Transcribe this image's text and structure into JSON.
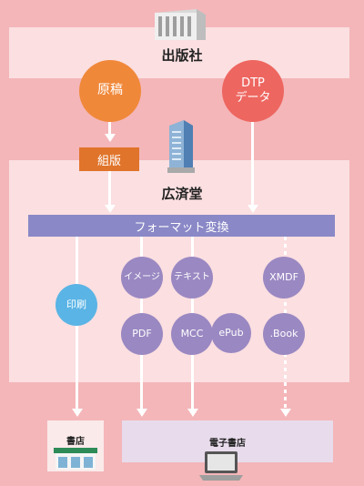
{
  "publisher": {
    "label": "出版社",
    "manuscript_label": "原稿",
    "dtp_label_line1": "DTP",
    "dtp_label_line2": "データ"
  },
  "typesetting_label": "組版",
  "printer": {
    "label": "広済堂"
  },
  "format_conversion_label": "フォーマット変換",
  "nodes": {
    "print_label": "印刷",
    "image_label": "イメージ",
    "text_label": "テキスト",
    "xmdf_label": "XMDF",
    "pdf_label": "PDF",
    "mcc_label": "MCC",
    "epub_label": "ePub",
    "book_label": ".Book"
  },
  "outputs": {
    "bookstore_label": "書店",
    "ebookstore_label": "電子書店"
  },
  "colors": {
    "background": "#F4B6B9",
    "band": "#FBDFE1",
    "manuscript": "#F0883A",
    "dtp": "#EE6660",
    "typesetting": "#E0742B",
    "format_bar": "#8A88C6",
    "print": "#5AB4E5",
    "node": "#9A88C2",
    "ebookstore_box": "#E8DCEC",
    "bookstore_box": "#FBEAEA"
  },
  "icons": {
    "publisher": "office-building-icon",
    "printer": "tower-building-icon",
    "bookstore": "storefront-icon",
    "ebookstore": "laptop-icon"
  }
}
